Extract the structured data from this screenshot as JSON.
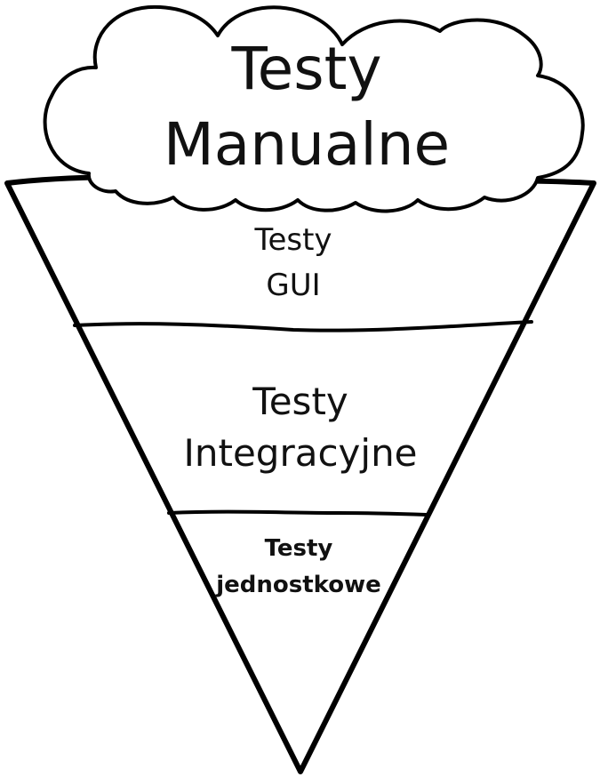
{
  "cloud": {
    "line1": "Testy",
    "line2": "Manualne"
  },
  "layers": [
    {
      "line1": "Testy",
      "line2": "GUI"
    },
    {
      "line1": "Testy",
      "line2": "Integracyjne"
    },
    {
      "line1": "Testy",
      "line2": "jednostkowe"
    }
  ],
  "colors": {
    "stroke": "#000000",
    "fill": "#ffffff",
    "text": "#111111"
  }
}
